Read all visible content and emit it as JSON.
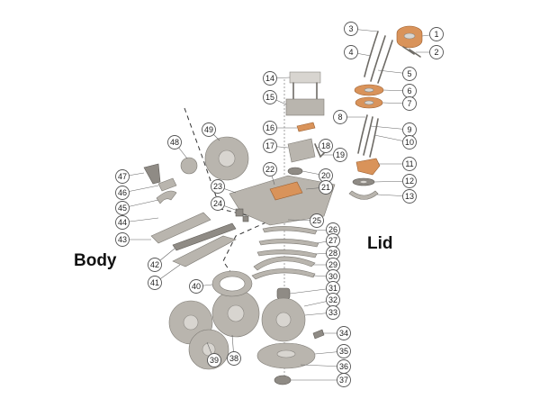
{
  "groups": {
    "body": "Body",
    "lid": "Lid"
  },
  "callouts": [
    {
      "n": "1"
    },
    {
      "n": "2"
    },
    {
      "n": "3"
    },
    {
      "n": "4"
    },
    {
      "n": "5"
    },
    {
      "n": "6"
    },
    {
      "n": "7"
    },
    {
      "n": "8"
    },
    {
      "n": "9"
    },
    {
      "n": "10"
    },
    {
      "n": "11"
    },
    {
      "n": "12"
    },
    {
      "n": "13"
    },
    {
      "n": "14"
    },
    {
      "n": "15"
    },
    {
      "n": "16"
    },
    {
      "n": "17"
    },
    {
      "n": "18"
    },
    {
      "n": "19"
    },
    {
      "n": "20"
    },
    {
      "n": "21"
    },
    {
      "n": "22"
    },
    {
      "n": "23"
    },
    {
      "n": "24"
    },
    {
      "n": "25"
    },
    {
      "n": "26"
    },
    {
      "n": "27"
    },
    {
      "n": "28"
    },
    {
      "n": "29"
    },
    {
      "n": "30"
    },
    {
      "n": "31"
    },
    {
      "n": "32"
    },
    {
      "n": "33"
    },
    {
      "n": "34"
    },
    {
      "n": "35"
    },
    {
      "n": "36"
    },
    {
      "n": "37"
    },
    {
      "n": "38"
    },
    {
      "n": "39"
    },
    {
      "n": "40"
    },
    {
      "n": "41"
    },
    {
      "n": "42"
    },
    {
      "n": "43"
    },
    {
      "n": "44"
    },
    {
      "n": "45"
    },
    {
      "n": "46"
    },
    {
      "n": "47"
    },
    {
      "n": "48"
    },
    {
      "n": "49"
    }
  ],
  "colors": {
    "part_grey": "#b9b5ae",
    "part_copper": "#d9935a",
    "outline": "#555555"
  }
}
